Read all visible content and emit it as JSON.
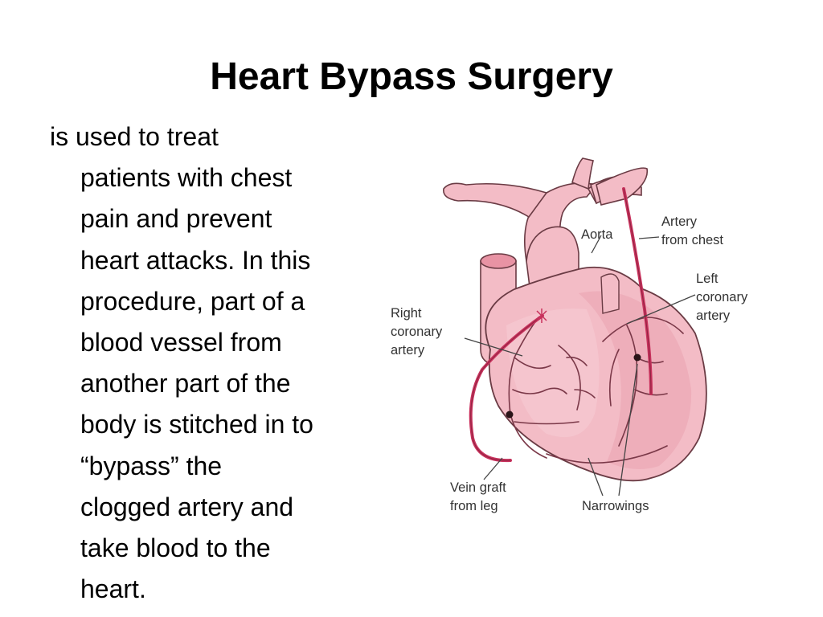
{
  "slide": {
    "title": "Heart Bypass Surgery",
    "body_lines": [
      "is used to treat",
      "patients with chest",
      "pain and prevent",
      "heart attacks.  In this",
      "procedure, part of a",
      "blood vessel from",
      "another part of the",
      "body is stitched in to",
      "“bypass” the",
      "clogged artery and",
      "take blood to the",
      "heart."
    ]
  },
  "diagram": {
    "labels": {
      "aorta": "Aorta",
      "artery_chest_1": "Artery",
      "artery_chest_2": "from chest",
      "left_coronary_1": "Left",
      "left_coronary_2": "coronary",
      "left_coronary_3": "artery",
      "right_coronary_1": "Right",
      "right_coronary_2": "coronary",
      "right_coronary_3": "artery",
      "vein_graft_1": "Vein graft",
      "vein_graft_2": "from leg",
      "narrowings": "Narrowings"
    },
    "colors": {
      "tissue": "#f3bcc6",
      "tissue_dark": "#e893a4",
      "outline": "#6a3b44",
      "vessel_line": "#7a3848",
      "graft": "#c8325d",
      "label": "#333333"
    }
  }
}
